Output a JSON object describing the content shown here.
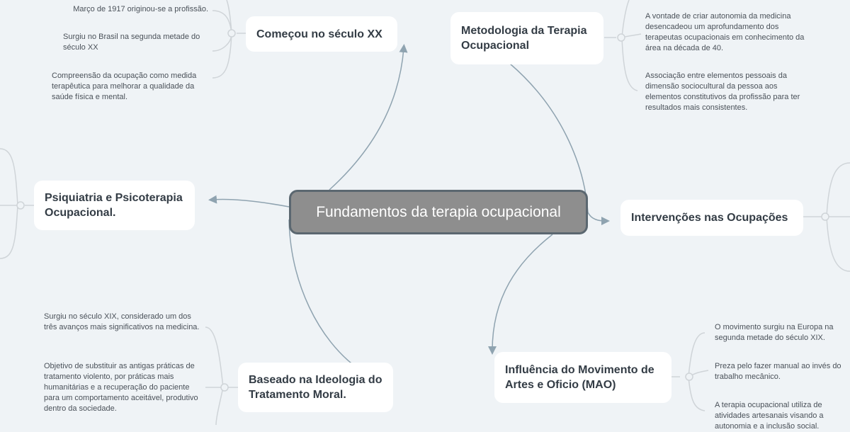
{
  "central": "Fundamentos da terapia ocupacional",
  "topics": [
    {
      "title": "Começou no século XX",
      "notes": [
        "Março de 1917 originou-se a profissão.",
        "Surgiu no Brasil na segunda metade do século XX",
        "Compreensão da ocupação como medida terapêutica para melhorar a qualidade da saúde física e mental."
      ]
    },
    {
      "title": "Metodologia da Terapia Ocupacional",
      "notes": [
        "A vontade de criar autonomia da medicina desencadeou um aprofundamento dos terapeutas ocupacionais em conhecimento da área na década de 40.",
        "Associação entre elementos pessoais da dimensão sociocultural da pessoa aos elementos constitutivos da profissão para ter resultados mais consistentes."
      ]
    },
    {
      "title": "Psiquiatria e Psicoterapia Ocupacional.",
      "notes": []
    },
    {
      "title": "Intervenções nas Ocupações",
      "notes": []
    },
    {
      "title": "Baseado na Ideologia do Tratamento Moral.",
      "notes": [
        "Surgiu no século XIX, considerado um dos três avanços mais significativos na medicina.",
        "Objetivo de substituir as antigas práticas de tratamento violento, por práticas mais humanitárias e a recuperação do paciente para um comportamento aceitável, produtivo dentro da sociedade."
      ]
    },
    {
      "title": "Influência do Movimento de Artes e Oficio (MAO)",
      "notes": [
        "O movimento surgiu na Europa na segunda metade do século XIX.",
        "Preza pelo fazer manual ao invés do trabalho mecânico.",
        "A terapia ocupacional utiliza de atividades artesanais visando a autonomia e a inclusão social."
      ]
    }
  ],
  "colors": {
    "background": "#eff3f6",
    "central": "#8e8e8e",
    "connector": "#8fa3b0",
    "branch": "#cfd4d8"
  }
}
